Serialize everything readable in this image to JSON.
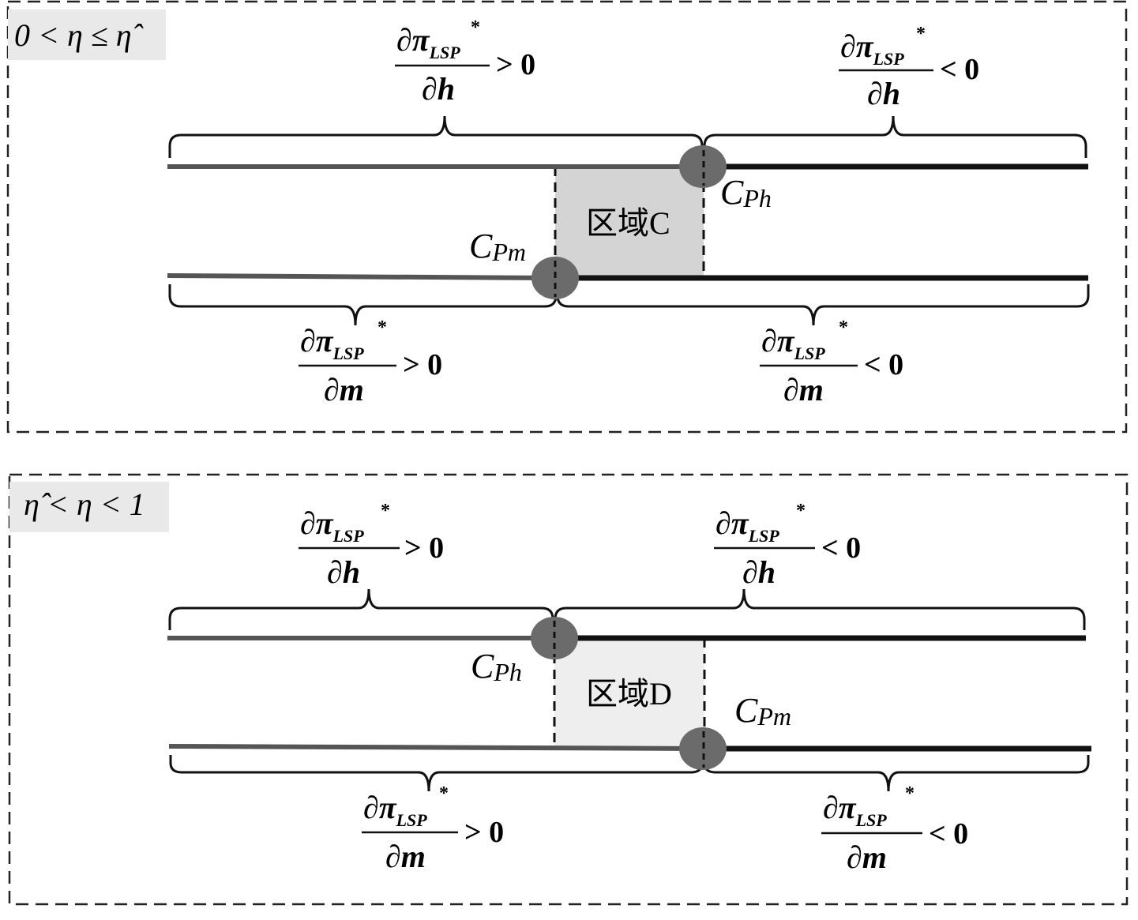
{
  "panels": [
    {
      "condition": "0 < η ≤ η̂",
      "region_label": "区域C",
      "top_left": {
        "partial": "∂π",
        "sub": "LSP",
        "star": "*",
        "denom": "∂h",
        "relation": "> 0"
      },
      "top_right": {
        "partial": "∂π",
        "sub": "LSP",
        "star": "*",
        "denom": "∂h",
        "relation": "< 0"
      },
      "bottom_left": {
        "partial": "∂π",
        "sub": "LSP",
        "star": "*",
        "denom": "∂m",
        "relation": "> 0"
      },
      "bottom_right": {
        "partial": "∂π",
        "sub": "LSP",
        "star": "*",
        "denom": "∂m",
        "relation": "< 0"
      },
      "marker_top": {
        "letter": "C",
        "sub": "Ph"
      },
      "marker_bottom": {
        "letter": "C",
        "sub": "Pm"
      }
    },
    {
      "condition": "η̂ < η < 1",
      "region_label": "区域D",
      "top_left": {
        "partial": "∂π",
        "sub": "LSP",
        "star": "*",
        "denom": "∂h",
        "relation": "> 0"
      },
      "top_right": {
        "partial": "∂π",
        "sub": "LSP",
        "star": "*",
        "denom": "∂h",
        "relation": "< 0"
      },
      "bottom_left": {
        "partial": "∂π",
        "sub": "LSP",
        "star": "*",
        "denom": "∂m",
        "relation": "> 0"
      },
      "bottom_right": {
        "partial": "∂π",
        "sub": "LSP",
        "star": "*",
        "denom": "∂m",
        "relation": "< 0"
      },
      "marker_top": {
        "letter": "C",
        "sub": "Ph"
      },
      "marker_bottom": {
        "letter": "C",
        "sub": "Pm"
      }
    }
  ],
  "colors": {
    "line_left": "#555555",
    "line_right": "#111111",
    "circle": "#6b6b6b",
    "region_c": "#d4d4d4",
    "region_d": "#eeeeee",
    "label_box": "#e9e9e9",
    "border": "#222222"
  }
}
